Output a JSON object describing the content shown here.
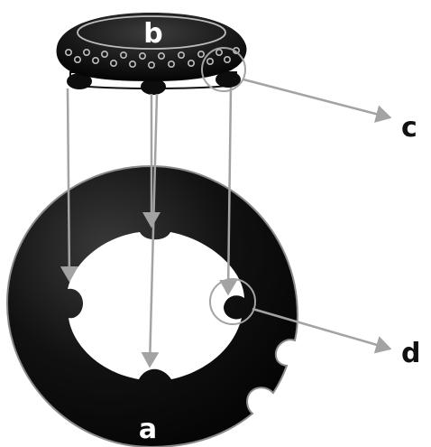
{
  "labels": {
    "cap": "b",
    "ring": "a",
    "cap_detail": "c",
    "ring_detail": "d"
  },
  "colors": {
    "part": "#0d0d0d",
    "arrow": "#a3a3a3",
    "label_light": "#ffffff",
    "label_dark": "#111111",
    "rim": "#9a9a9a"
  }
}
